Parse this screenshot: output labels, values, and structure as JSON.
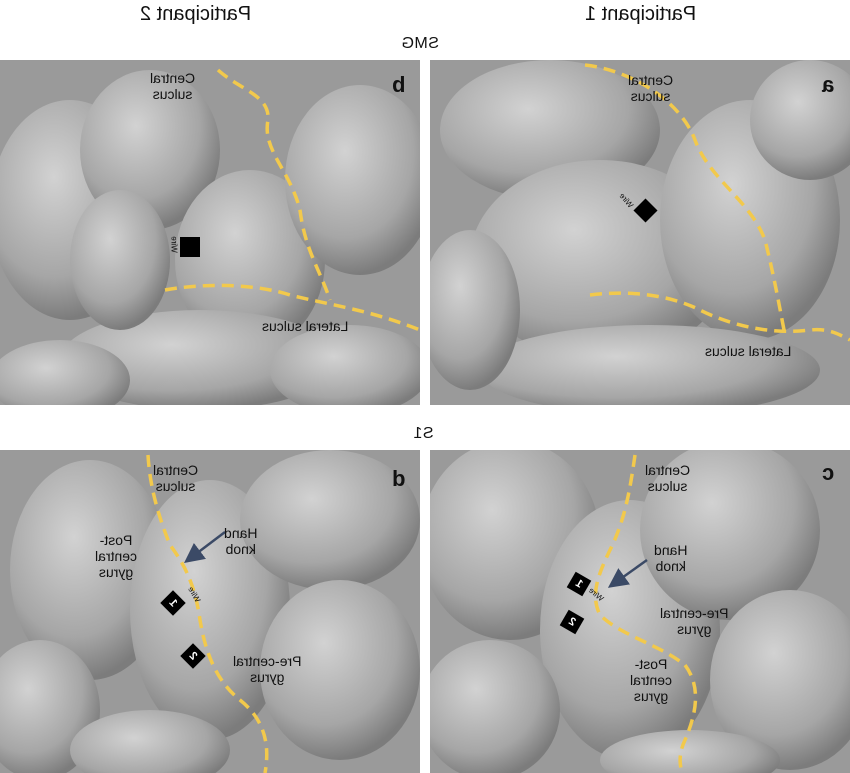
{
  "headers": {
    "participant_left": "Participant 2",
    "participant_right": "Participant 1",
    "smg": "SMG",
    "s1": "S1"
  },
  "panels": {
    "smg_p2": {
      "letter": "b",
      "central_sulcus": [
        "Central",
        "sulcus"
      ],
      "lateral_sulcus": "Lateral sulcus",
      "wire": "Wire"
    },
    "smg_p1": {
      "letter": "a",
      "central_sulcus": [
        "Central",
        "sulcus"
      ],
      "lateral_sulcus": "Lateral sulcus",
      "wire": "Wire"
    },
    "s1_p2": {
      "letter": "d",
      "central_sulcus": [
        "Central",
        "sulcus"
      ],
      "hand_knob": [
        "Hand",
        "knob"
      ],
      "post_central": [
        "Post-",
        "central",
        "gyrus"
      ],
      "pre_central": [
        "Pre-central",
        "gyrus"
      ],
      "electrode_1": "1",
      "electrode_2": "2",
      "wire": "Wire"
    },
    "s1_p1": {
      "letter": "c",
      "central_sulcus": [
        "Central",
        "sulcus"
      ],
      "hand_knob": [
        "Hand",
        "knob"
      ],
      "pre_central": [
        "Pre-central",
        "gyrus"
      ],
      "post_central": [
        "Post-",
        "central",
        "gyrus"
      ],
      "electrode_1": "1",
      "electrode_2": "2",
      "wire": "Wire"
    }
  },
  "colors": {
    "sulcus_line": "#f2c94c",
    "brain_surface": "#a9a9a9",
    "electrode": "#000000",
    "arrow": "#3b4a66"
  }
}
